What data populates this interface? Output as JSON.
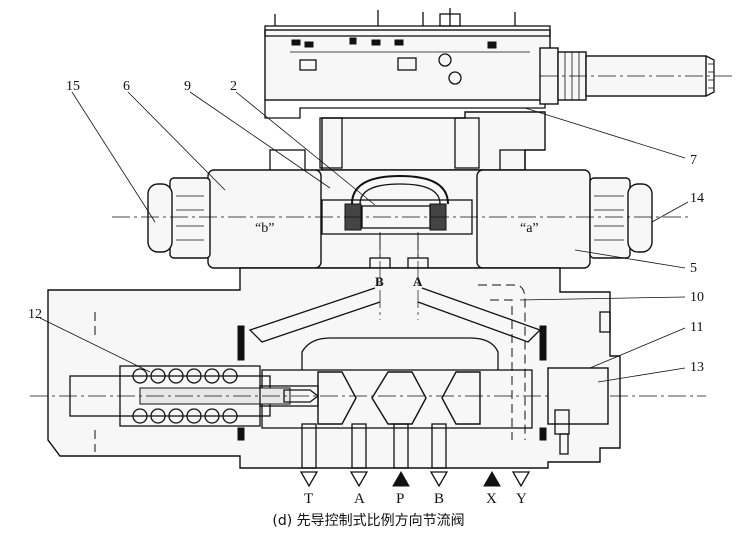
{
  "caption": "(d) 先导控制式比例方向节流阀",
  "parts": [
    {
      "id": "15",
      "label": "15"
    },
    {
      "id": "6",
      "label": "6"
    },
    {
      "id": "9",
      "label": "9"
    },
    {
      "id": "2",
      "label": "2"
    },
    {
      "id": "7",
      "label": "7"
    },
    {
      "id": "14",
      "label": "14"
    },
    {
      "id": "5",
      "label": "5"
    },
    {
      "id": "10",
      "label": "10"
    },
    {
      "id": "11",
      "label": "11"
    },
    {
      "id": "12",
      "label": "12"
    },
    {
      "id": "13",
      "label": "13"
    }
  ],
  "coils": {
    "b": "“b”",
    "a": "“a”"
  },
  "pilot_ports": {
    "b": "B",
    "a": "A"
  },
  "ports": [
    {
      "label": "T",
      "marker": "open"
    },
    {
      "label": "A",
      "marker": "open"
    },
    {
      "label": "P",
      "marker": "filled"
    },
    {
      "label": "B",
      "marker": "open"
    },
    {
      "label": "X",
      "marker": "filled"
    },
    {
      "label": "Y",
      "marker": "open"
    }
  ]
}
